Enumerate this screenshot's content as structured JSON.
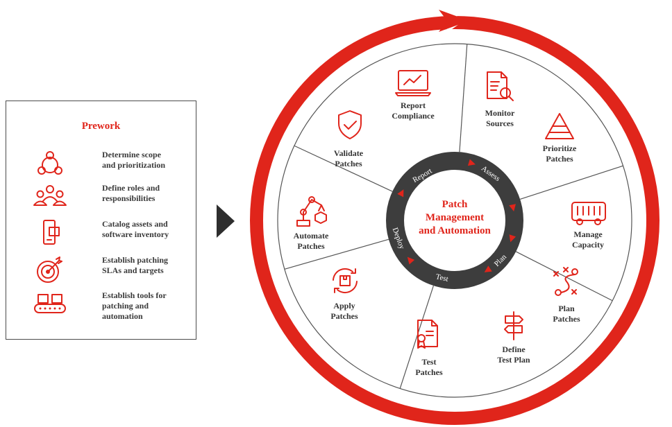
{
  "prework": {
    "title": "Prework",
    "items": [
      {
        "icon": "network-triangle-icon",
        "line1": "Determine scope",
        "line2": "and prioritization"
      },
      {
        "icon": "people-group-icon",
        "line1": "Define roles and",
        "line2": "responsibilities"
      },
      {
        "icon": "device-inventory-icon",
        "line1": "Catalog assets and",
        "line2": "software inventory"
      },
      {
        "icon": "target-icon",
        "line1": "Establish patching",
        "line2": "SLAs and targets"
      },
      {
        "icon": "conveyor-belt-icon",
        "line1": "Establish tools for",
        "line2": "patching and",
        "line3": "automation"
      }
    ]
  },
  "center": {
    "line1": "Patch",
    "line2": "Management",
    "line3": "and Automation"
  },
  "ring_phases": [
    "Report",
    "Assess",
    "Plan",
    "Test",
    "Deploy"
  ],
  "segments": [
    {
      "icon": "laptop-chart-icon",
      "line1": "Report",
      "line2": "Compliance"
    },
    {
      "icon": "document-search-icon",
      "line1": "Monitor",
      "line2": "Sources"
    },
    {
      "icon": "pyramid-icon",
      "line1": "Prioritize",
      "line2": "Patches"
    },
    {
      "icon": "bus-icon",
      "line1": "Manage",
      "line2": "Capacity"
    },
    {
      "icon": "strategy-play-icon",
      "line1": "Plan",
      "line2": "Patches"
    },
    {
      "icon": "signpost-icon",
      "line1": "Define",
      "line2": "Test Plan"
    },
    {
      "icon": "certificate-document-icon",
      "line1": "Test",
      "line2": "Patches"
    },
    {
      "icon": "box-refresh-icon",
      "line1": "Apply",
      "line2": "Patches"
    },
    {
      "icon": "robot-arm-icon",
      "line1": "Automate",
      "line2": "Patches"
    },
    {
      "icon": "shield-check-icon",
      "line1": "Validate",
      "line2": "Patches"
    }
  ],
  "colors": {
    "accent": "#e0251b",
    "dark": "#3d3d3d",
    "text": "#333333"
  }
}
